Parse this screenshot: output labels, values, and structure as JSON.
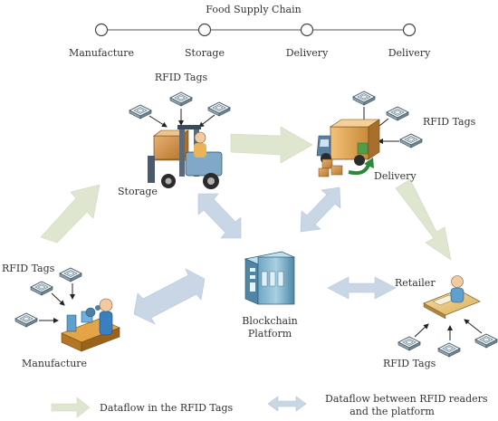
{
  "title": "Food Supply Chain",
  "timeline": {
    "stages": [
      "Manufacture",
      "Storage",
      "Delivery",
      "Delivery"
    ]
  },
  "nodes": {
    "storage_label": "Storage",
    "delivery_label": "Delivery",
    "manufacture_label": "Manufacture",
    "retailer_label": "Retailer",
    "blockchain_label_line1": "Blockchain",
    "blockchain_label_line2": "Platform"
  },
  "rfid": {
    "storage": "RFID Tags",
    "delivery": "RFID Tags",
    "manufacture": "RFID Tags",
    "retailer": "RFID Tags"
  },
  "legend": {
    "rfid_flow": "Dataflow in the RFID Tags",
    "platform_flow_line1": "Dataflow between RFID readers",
    "platform_flow_line2": "and the platform"
  },
  "colors": {
    "rfid_dataflow_arrow": "#dfe6cf",
    "platform_dataflow_arrow": "#c9d6e6",
    "timeline_line": "#555555",
    "text": "#333333"
  }
}
